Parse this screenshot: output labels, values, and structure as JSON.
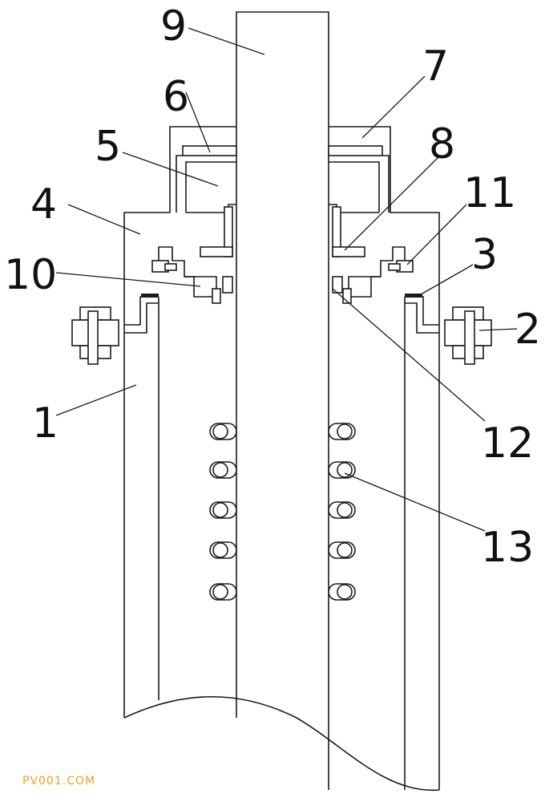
{
  "labels": {
    "l1": "1",
    "l2": "2",
    "l3": "3",
    "l4": "4",
    "l5": "5",
    "l6": "6",
    "l7": "7",
    "l8": "8",
    "l9": "9",
    "l10": "10",
    "l11": "11",
    "l12": "12",
    "l13": "13"
  },
  "watermark": "PV001.COM",
  "colors": {
    "line": "#1a1a1a",
    "watermark": "#f0a020"
  }
}
